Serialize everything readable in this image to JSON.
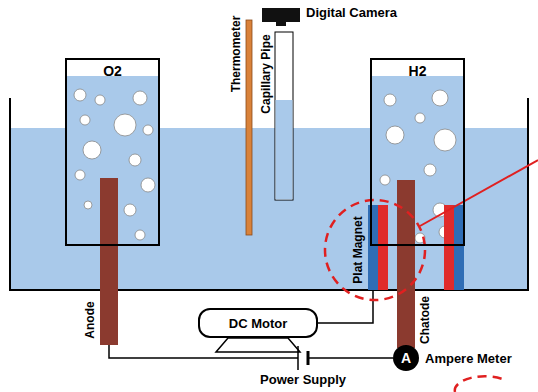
{
  "diagram": {
    "nodes": [
      {
        "text": [
          "O2"
        ]
      },
      {
        "text": [
          "H2"
        ]
      },
      {
        "text": [
          "DC Motor"
        ]
      },
      {
        "text": [
          "A",
          "Ampere Meter"
        ]
      }
    ],
    "labels": [
      "Digital Camera",
      "Thermometer",
      "Capillary Pipe",
      "Plat Magnet",
      "Anode",
      "Chatode",
      "Power Supply"
    ]
  }
}
